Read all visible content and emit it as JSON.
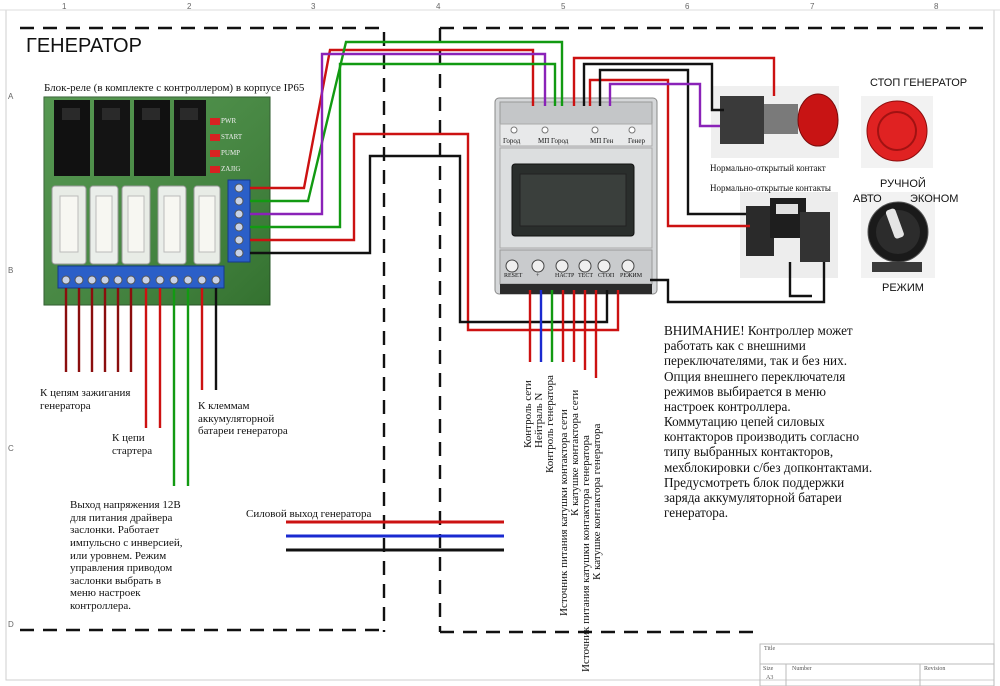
{
  "title": "ГЕНЕРАТОР",
  "relay_block_label": "Блок-реле (в комплекте с контроллером) в корпусе IP65",
  "relay_leds": [
    "PWR",
    "START",
    "PUMP",
    "ZAJIG"
  ],
  "controller": {
    "top_terminals": [
      "Город",
      "МП Город",
      "МП Ген",
      "Генер"
    ],
    "bottom_buttons": [
      "RESET",
      "+",
      "НАСТР",
      "ТЕСТ",
      "СТОП",
      "РЕЖИМ"
    ]
  },
  "switches": {
    "nc_contact": "Нормально-открытый контакт",
    "no_contacts": "Нормально-открытые контакты",
    "stop_label": "СТОП ГЕНЕРАТОР",
    "manual_label": "РУЧНОЙ",
    "auto_label": "АВТО",
    "econom_label": "ЭКОНОМ",
    "mode_label": "РЕЖИМ"
  },
  "labels": {
    "ignition": "К цепям зажигания\nгенератора",
    "starter": "К цепи\nстартера",
    "battery": "К клеммам\nаккумуляторной\nбатареи генератора",
    "output12v": "Выход напряжения 12В\nдля питания драйвера\nзаслонки. Работает\nимпульсно с инверсией,\nили уровнем. Режим\nуправления приводом\nзаслонки выбрать в\nменю настроек\nконтроллера.",
    "power_output": "Силовой выход генератора"
  },
  "vertical_labels": [
    "Контроль сети",
    "Нейтраль N",
    "Контроль генератора",
    "Источник питания катушки контактора сети",
    "К катушке контактора сети",
    "Источник питания катушки контактора генератора",
    "К катушке контактора генератора"
  ],
  "warning": "ВНИМАНИЕ! Контроллер может\nработать как с внешними\nпереключателями, так и без них.\nОпция внешнего переключателя\nрежимов выбирается в меню\nнастроек контроллера.\nКоммутацию цепей силовых\nконтакторов производить согласно\nтипу выбранных контакторов,\nмехблокировки с/без допконтактами.\nПредусмотреть блок поддержки\nзаряда аккумуляторной батареи\nгенератора.",
  "title_block": {
    "title": "Title",
    "size": "Size",
    "size_value": "A3",
    "number": "Number",
    "revision": "Revision"
  },
  "ruler_top": [
    "1",
    "2",
    "3",
    "4",
    "5",
    "6",
    "7",
    "8"
  ],
  "ruler_side": [
    "A",
    "B",
    "C",
    "D"
  ],
  "colors": {
    "red": "#cc1111",
    "green": "#129a12",
    "purple": "#8a22b8",
    "blue": "#1a2ad0",
    "black": "#111111",
    "dark_red": "#8a0e0e"
  }
}
